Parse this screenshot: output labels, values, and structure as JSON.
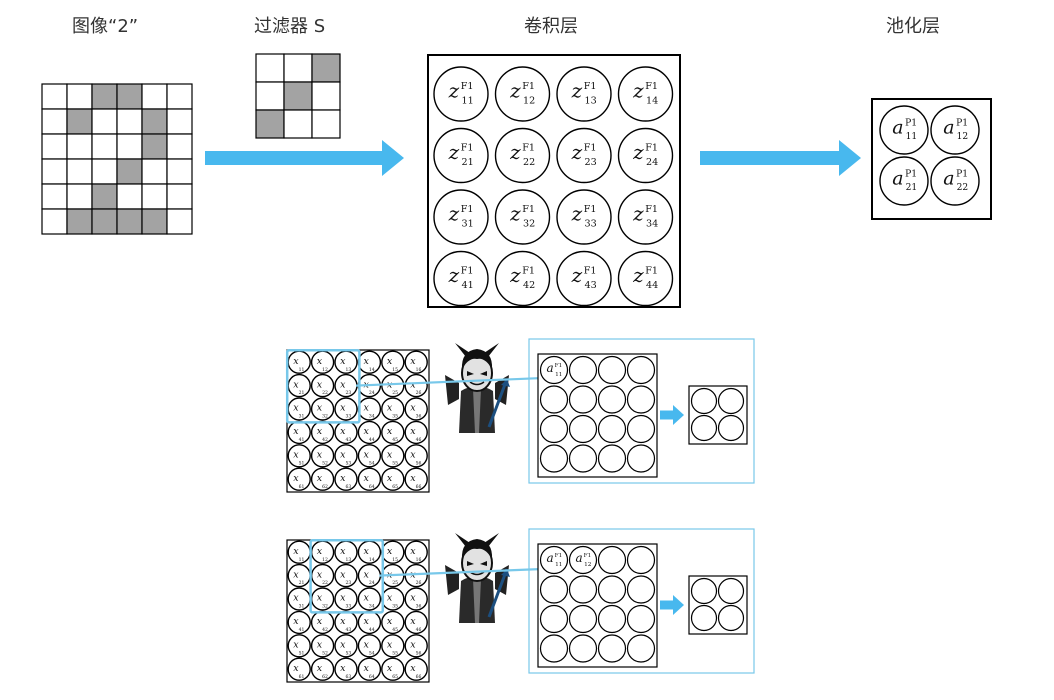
{
  "labels": {
    "image": "图像“2”",
    "filter": "过滤器 S",
    "conv_layer": "卷积层",
    "pool_layer": "池化层"
  },
  "colors": {
    "gray_cell": "#a3a3a3",
    "arrow": "#48b8ee",
    "highlight": "#78c8ea",
    "frame": "#111111"
  },
  "image_grid": {
    "rows": 6,
    "cols": 6,
    "gray": [
      [
        0,
        2
      ],
      [
        0,
        3
      ],
      [
        1,
        1
      ],
      [
        1,
        4
      ],
      [
        2,
        4
      ],
      [
        3,
        3
      ],
      [
        4,
        2
      ],
      [
        5,
        1
      ],
      [
        5,
        2
      ],
      [
        5,
        3
      ],
      [
        5,
        4
      ]
    ]
  },
  "filter_grid": {
    "rows": 3,
    "cols": 3,
    "gray": [
      [
        0,
        2
      ],
      [
        1,
        1
      ],
      [
        2,
        0
      ]
    ]
  },
  "conv_units": {
    "base": "z",
    "sup": "F1",
    "subs": [
      [
        "11",
        "12",
        "13",
        "14"
      ],
      [
        "21",
        "22",
        "23",
        "24"
      ],
      [
        "31",
        "32",
        "33",
        "34"
      ],
      [
        "41",
        "42",
        "43",
        "44"
      ]
    ]
  },
  "pool_units": {
    "base": "a",
    "sup": "P1",
    "subs": [
      [
        "11",
        "12"
      ],
      [
        "21",
        "22"
      ]
    ]
  },
  "input_units": {
    "base": "x",
    "subs": [
      [
        "11",
        "12",
        "13",
        "14",
        "15",
        "16"
      ],
      [
        "21",
        "22",
        "23",
        "24",
        "25",
        "26"
      ],
      [
        "31",
        "32",
        "33",
        "34",
        "35",
        "36"
      ],
      [
        "41",
        "42",
        "43",
        "44",
        "45",
        "46"
      ],
      [
        "51",
        "52",
        "53",
        "54",
        "55",
        "56"
      ],
      [
        "61",
        "62",
        "63",
        "64",
        "65",
        "66"
      ]
    ]
  },
  "demo_panels": [
    {
      "window_start_col": 0,
      "filled_units": [
        {
          "base": "a",
          "sup": "F1",
          "sub": "11"
        }
      ]
    },
    {
      "window_start_col": 1,
      "filled_units": [
        {
          "base": "a",
          "sup": "F1",
          "sub": "11"
        },
        {
          "base": "a",
          "sup": "F1",
          "sub": "12"
        }
      ]
    }
  ],
  "icons": [
    "devil-icon"
  ]
}
